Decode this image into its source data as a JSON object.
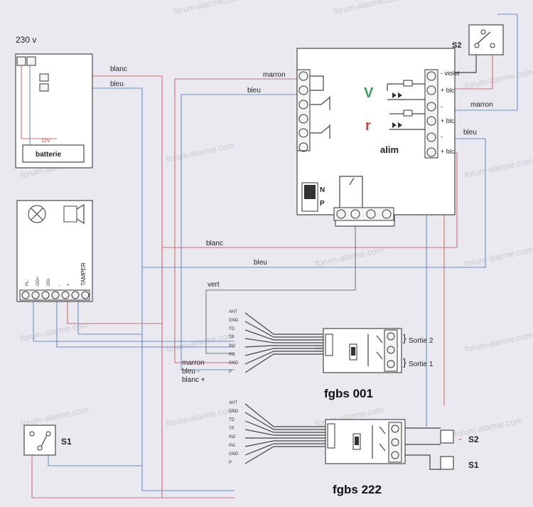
{
  "watermark": "forum-alarme.com",
  "power": {
    "voltage": "230 v",
    "battery_voltage": "12V",
    "battery_label": "batterie"
  },
  "alim": {
    "label": "alim",
    "led_v": "V",
    "led_r": "r",
    "switch_n": "N",
    "switch_p": "P",
    "right_labels": [
      "- violet",
      "+ blc",
      "-",
      "+ blc",
      "-",
      "+ blc"
    ]
  },
  "s2_switch_label": "S2",
  "s1_switch_label": "S1",
  "siren": {
    "tamper_label": "TAMPER",
    "terminals": [
      "PL-",
      "OO+",
      "OO-",
      "-",
      "+"
    ]
  },
  "wires": {
    "blanc_1": "blanc",
    "bleu_1": "bleu",
    "marron_1": "marron",
    "bleu_2": "bleu",
    "marron_2": "marron",
    "bleu_3": "bleu",
    "blanc_2": "blanc",
    "bleu_4": "bleu",
    "vert": "vert"
  },
  "fgbs001": {
    "title": "fgbs 001",
    "pins": [
      "ANT",
      "GND",
      "TD",
      "TP",
      "IN2",
      "IN1",
      "GND",
      "P"
    ],
    "sortie_2": "Sortie 2",
    "sortie_1": "Sortie 1",
    "left_labels": [
      "marron",
      "bleu -",
      "blanc +"
    ]
  },
  "fgbs222": {
    "title": "fgbs 222",
    "pins": [
      "ANT",
      "GND",
      "TD",
      "TP",
      "IN2",
      "IN1",
      "GND",
      "P"
    ],
    "out_s2": "S2",
    "out_s1": "S1"
  }
}
